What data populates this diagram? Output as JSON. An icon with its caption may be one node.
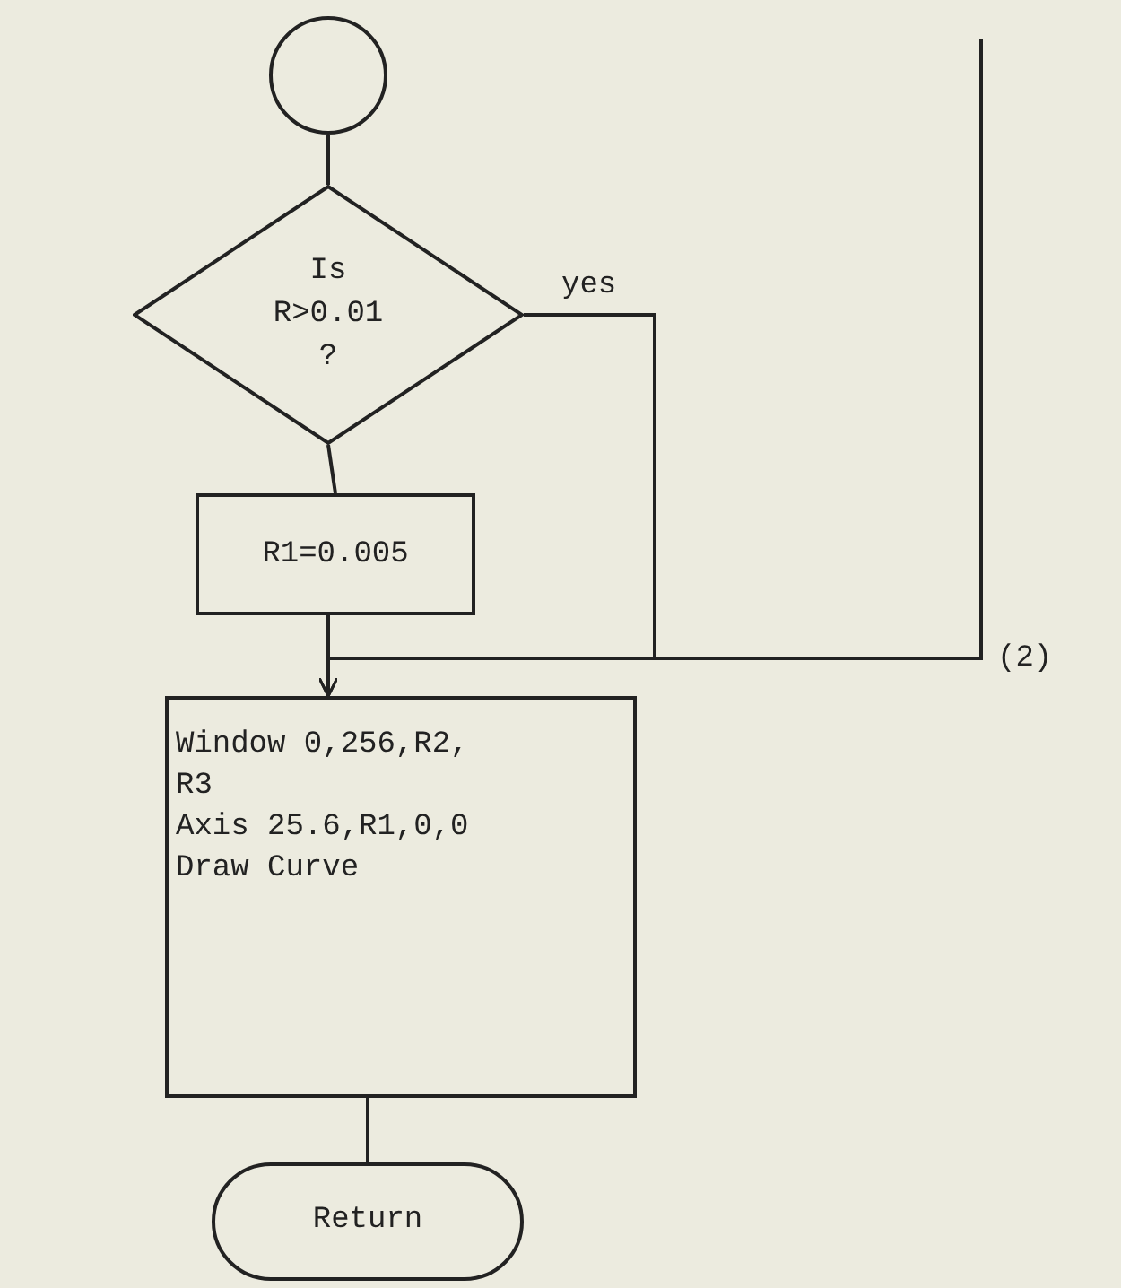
{
  "diagram": {
    "nodes": [
      {
        "text": [],
        "shape": "circle"
      },
      {
        "text": [
          "Is R>0.01 ?"
        ]
      },
      {
        "text": [
          "R1=0.005"
        ]
      },
      {
        "text": [
          "Window 0,256,R2, R3",
          "Axis 25.6,R1,0,0",
          "Draw Curve"
        ]
      },
      {
        "text": [
          "Return"
        ]
      }
    ],
    "edges": [
      {
        "from": 0,
        "to": 1,
        "arrow": "none"
      },
      {
        "from": 1,
        "to": 2,
        "arrow": "none"
      },
      {
        "from": 1,
        "to": 3,
        "arrow": "to",
        "label": "yes"
      },
      {
        "from": 2,
        "to": 3,
        "arrow": "none"
      },
      {
        "from": 3,
        "to": 4,
        "arrow": "none"
      },
      {
        "from": null,
        "to": 3,
        "arrow": "to"
      }
    ],
    "labels": [
      "(2)"
    ]
  }
}
